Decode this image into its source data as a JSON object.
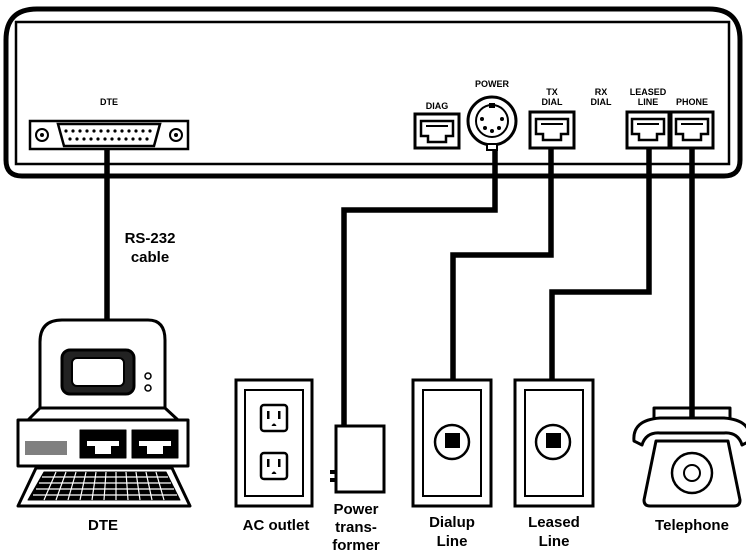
{
  "modem_panel": {
    "ports": {
      "dte": "DTE",
      "diag": "DIAG",
      "power": "POWER",
      "tx_dial_1": "TX",
      "tx_dial_2": "DIAL",
      "rx_dial_1": "RX",
      "rx_dial_2": "DIAL",
      "leased_line_1": "LEASED",
      "leased_line_2": "LINE",
      "phone": "PHONE"
    }
  },
  "cable_label": {
    "line1": "RS-232",
    "line2": "cable"
  },
  "devices": {
    "dte": "DTE",
    "ac_outlet": "AC outlet",
    "power_transformer": [
      "Power",
      "trans-",
      "former"
    ],
    "dialup_line": [
      "Dialup",
      "Line"
    ],
    "leased_line": [
      "Leased",
      "Line"
    ],
    "telephone": "Telephone"
  },
  "colors": {
    "ink": "#000000",
    "background": "#ffffff",
    "screen": "#222222"
  }
}
